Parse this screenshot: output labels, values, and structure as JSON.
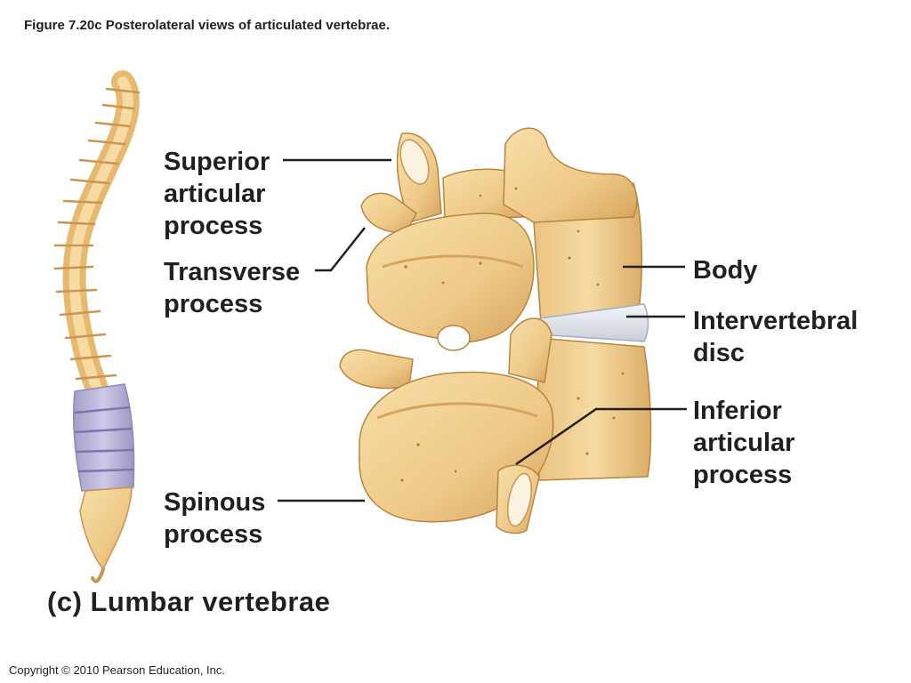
{
  "figure": {
    "caption": "Figure 7.20c  Posterolateral views of articulated vertebrae.",
    "panel_title": "(c) Lumbar vertebrae",
    "copyright": "Copyright © 2010 Pearson Education, Inc."
  },
  "labels": {
    "superior_articular_process": "Superior\narticular\nprocess",
    "transverse_process": "Transverse\nprocess",
    "spinous_process": "Spinous\nprocess",
    "body": "Body",
    "intervertebral_disc": "Intervertebral\ndisc",
    "inferior_articular_process": "Inferior\narticular\nprocess"
  },
  "colors": {
    "bone": "#f0cf92",
    "bone_shade": "#d9a862",
    "bone_dark": "#b8853f",
    "disc": "#e4e8ee",
    "lumbar_highlight": "#b9b4d8",
    "leader_line": "#231f20"
  }
}
